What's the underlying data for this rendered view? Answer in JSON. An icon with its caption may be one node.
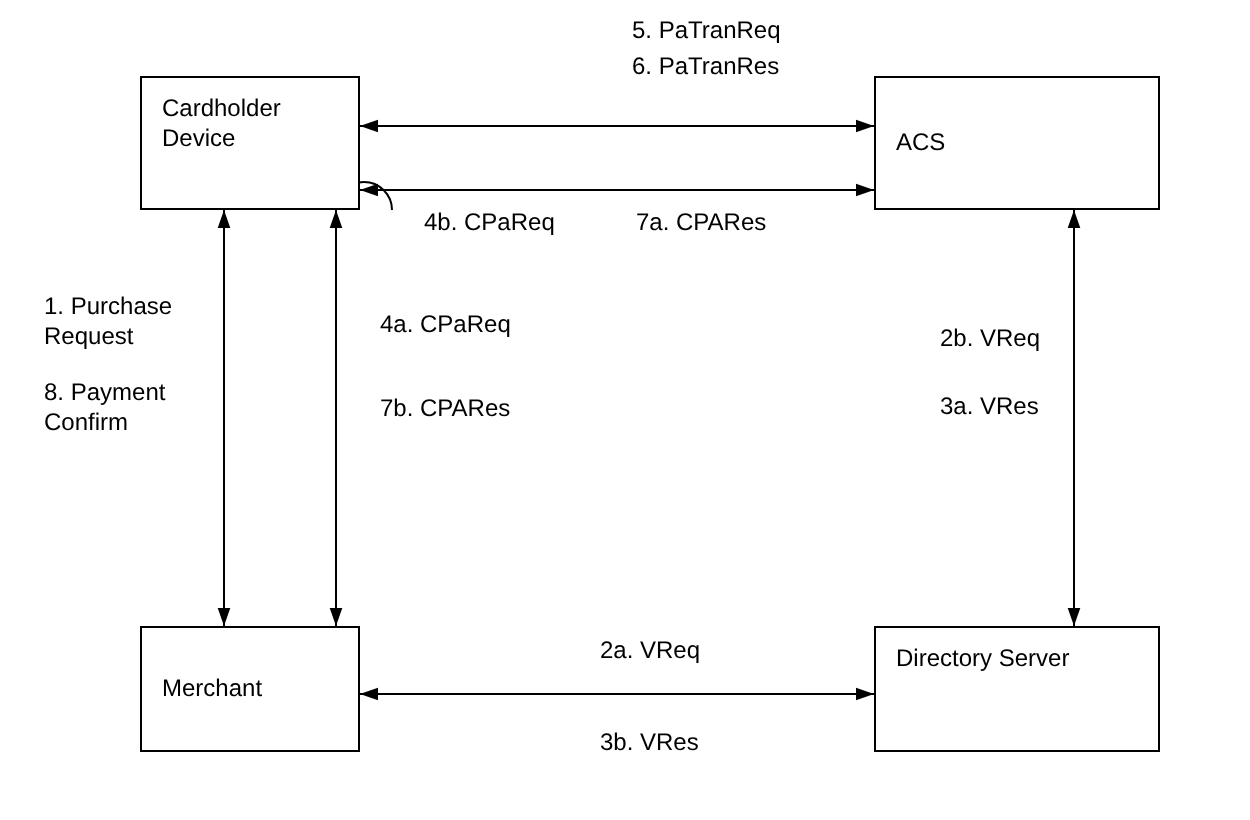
{
  "diagram": {
    "nodes": [
      {
        "text": [
          "Cardholder Device"
        ]
      },
      {
        "text": [
          "ACS"
        ]
      },
      {
        "text": [
          "Merchant"
        ]
      },
      {
        "text": [
          "Directory Server"
        ]
      }
    ],
    "edges": [
      {
        "from": 0,
        "to": 1,
        "arrow": "both",
        "label": "5. PaTranReq"
      },
      {
        "from": 0,
        "to": 1,
        "arrow": "both",
        "label": "4b. CPaReq"
      },
      {
        "from": 0,
        "to": 2,
        "arrow": "both",
        "label": "1. Purchase Request"
      },
      {
        "from": 0,
        "to": 2,
        "arrow": "both",
        "label": "4a. CPaReq"
      },
      {
        "from": 1,
        "to": 3,
        "arrow": "both",
        "label": "2b. VReq"
      },
      {
        "from": 2,
        "to": 3,
        "arrow": "both",
        "label": "2a. VReq"
      }
    ],
    "labels": [
      "6. PaTranRes",
      "7a. CPARes",
      "8. Payment Confirm",
      "7b. CPARes",
      "3a. VRes",
      "3b. VRes"
    ]
  }
}
